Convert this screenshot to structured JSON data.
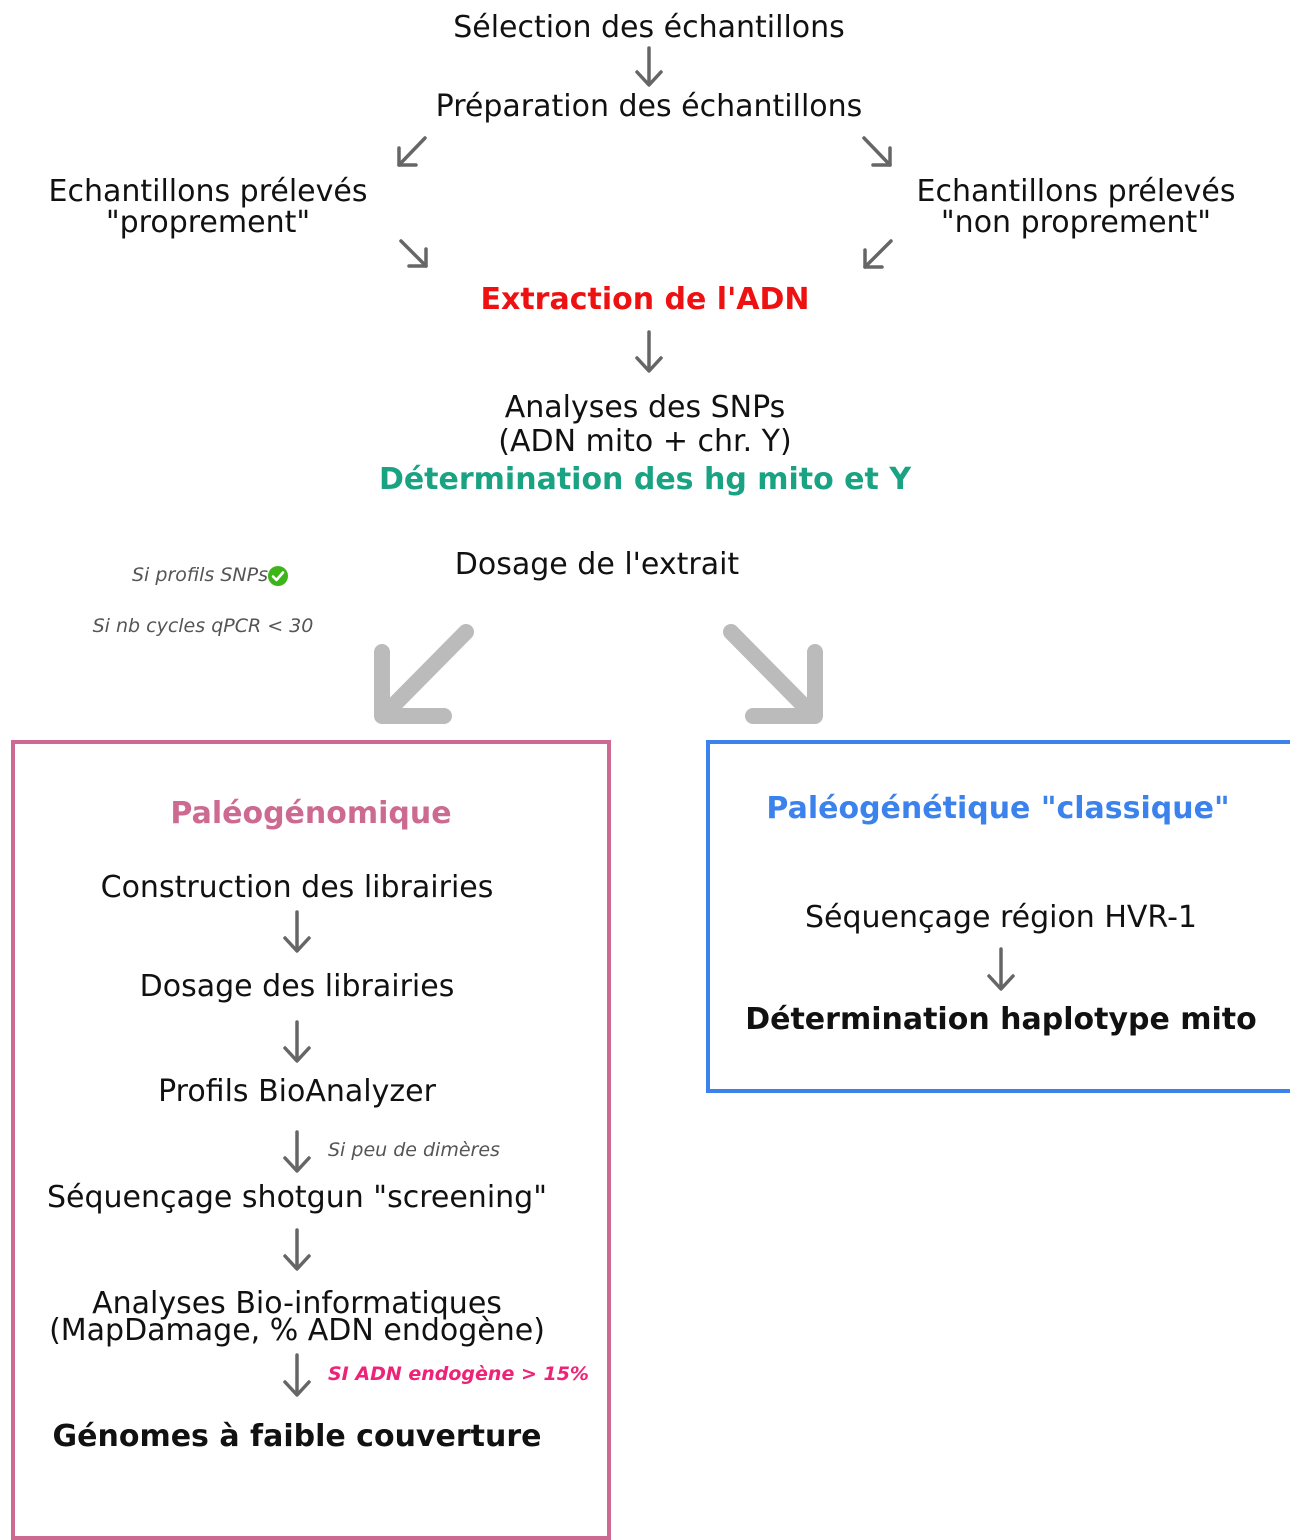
{
  "flow": {
    "selection": "Sélection des échantillons",
    "preparation": "Préparation des échantillons",
    "clean_samples": [
      "Echantillons prélevés",
      "\"proprement\""
    ],
    "unclean_samples": [
      "Echantillons prélevés",
      "\"non proprement\""
    ],
    "extraction": "Extraction de l'ADN",
    "snp_analysis": [
      "Analyses des SNPs",
      "(ADN mito + chr. Y)"
    ],
    "hg_determination": "Détermination des hg mito et Y",
    "dosage": "Dosage de l'extrait"
  },
  "conditions": {
    "snp_profiles": "Si profils SNPs",
    "qpcr_cycles": "Si nb cycles qPCR < 30"
  },
  "paleogenomics": {
    "title": "Paléogénomique",
    "steps": [
      "Construction des librairies",
      "Dosage des librairies",
      "Profils BioAnalyzer",
      "Séquençage shotgun \"screening\"",
      "Analyses Bio-informatiques",
      "(MapDamage, % ADN endogène)"
    ],
    "dimer_note": "Si peu de dimères",
    "endogenous_note": "SI ADN endogène > 15%",
    "result": "Génomes à faible couverture"
  },
  "classic": {
    "title": "Paléogénétique \"classique\"",
    "step": "Séquençage région HVR-1",
    "result": "Détermination haplotype mito"
  },
  "colors": {
    "extraction": "#ee1111",
    "hg": "#1aa383",
    "paleogenomics": "#cc6a92",
    "classic": "#3b82ec",
    "endogenous_note": "#ee2277",
    "check": "#3bb517",
    "arrow": "#666666",
    "big_arrow": "#bbbbbb"
  }
}
